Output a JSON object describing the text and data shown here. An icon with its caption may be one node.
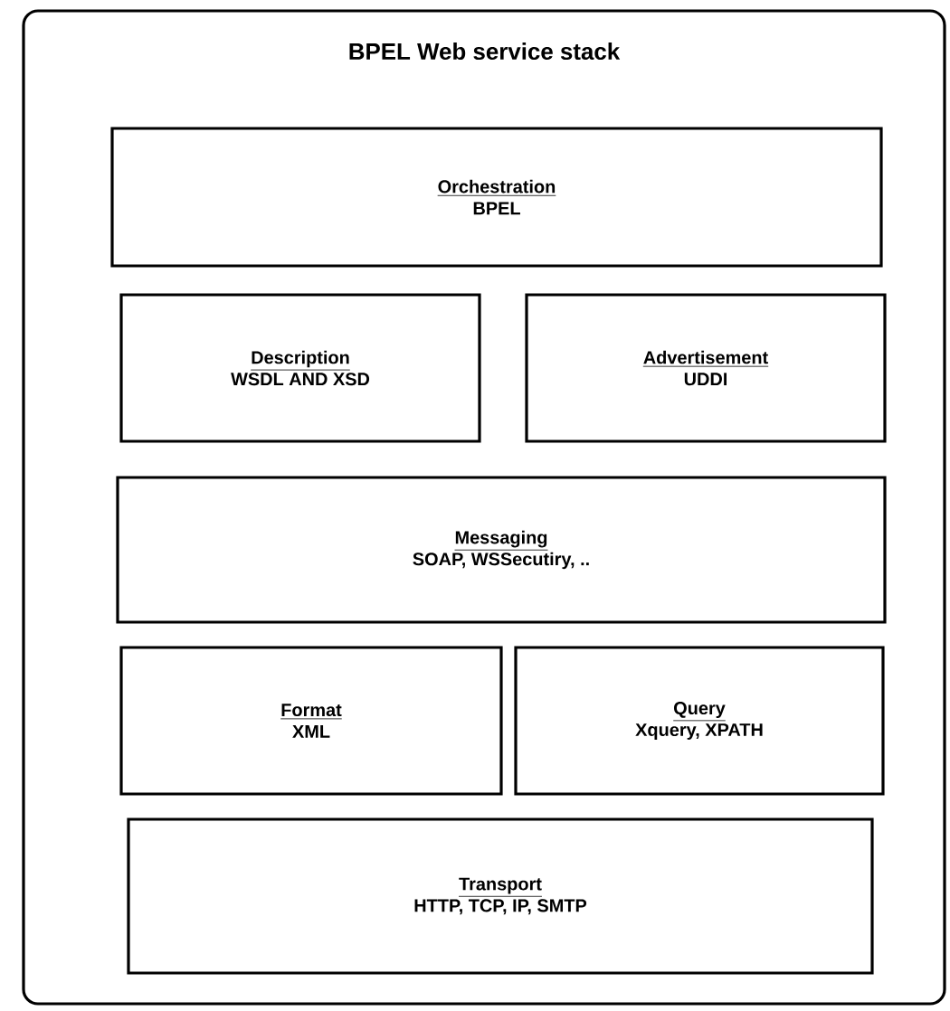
{
  "diagram": {
    "nodes": [
      {
        "text": [
          "BPEL Web service stack"
        ]
      },
      {
        "text": [
          "Orchestration",
          "BPEL"
        ],
        "in": 0
      },
      {
        "text": [
          "Description",
          "WSDL AND XSD"
        ],
        "in": 0
      },
      {
        "text": [
          "Advertisement",
          "UDDI"
        ],
        "in": 0
      },
      {
        "text": [
          "Messaging",
          "SOAP, WSSecutiry, .."
        ],
        "in": 0
      },
      {
        "text": [
          "Format",
          "XML"
        ],
        "in": 0
      },
      {
        "text": [
          "Query",
          "Xquery, XPATH"
        ],
        "in": 0
      },
      {
        "text": [
          "Transport",
          "HTTP, TCP, IP, SMTP"
        ],
        "in": 0
      }
    ]
  }
}
